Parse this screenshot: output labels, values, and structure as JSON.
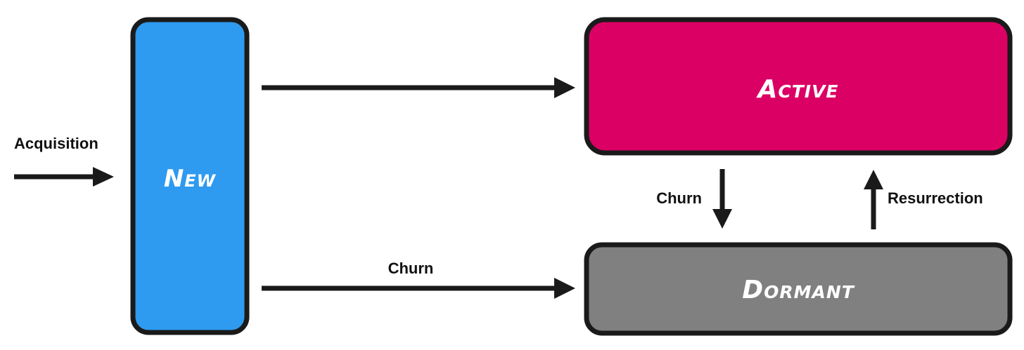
{
  "colors": {
    "new": "#2E9AF0",
    "active": "#DB0064",
    "dormant": "#808080",
    "stroke": "#1A1A1A",
    "arrow": "#1A1A1A"
  },
  "nodes": {
    "new": {
      "label": "New"
    },
    "active": {
      "label": "Active"
    },
    "dormant": {
      "label": "Dormant"
    }
  },
  "edges": {
    "acquisition": {
      "label": "Acquisition"
    },
    "new_to_active": {
      "label": ""
    },
    "new_to_dormant": {
      "label": "Churn"
    },
    "active_to_dormant": {
      "label": "Churn"
    },
    "dormant_to_active": {
      "label": "Resurrection"
    }
  }
}
